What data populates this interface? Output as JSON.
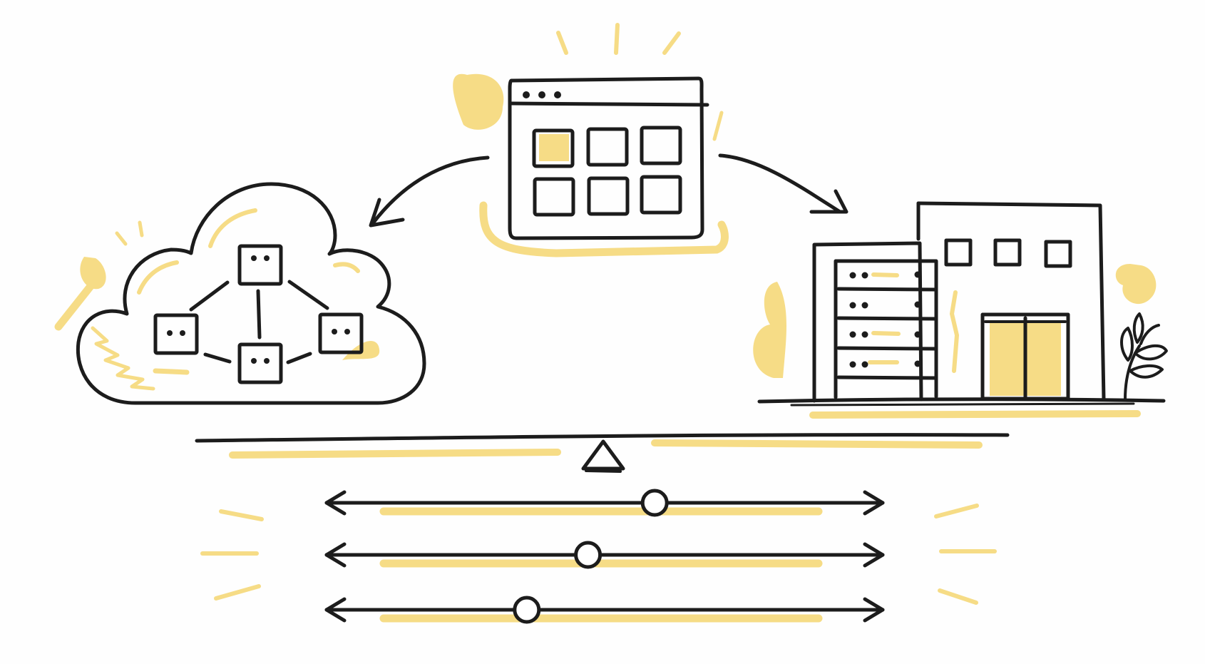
{
  "colors": {
    "ink": "#1c1c1c",
    "highlight": "#f6dc86",
    "background": "#fefefe"
  },
  "illustration": {
    "sliders": [
      {
        "level": 0.59
      },
      {
        "level": 0.47
      },
      {
        "level": 0.36
      }
    ]
  }
}
